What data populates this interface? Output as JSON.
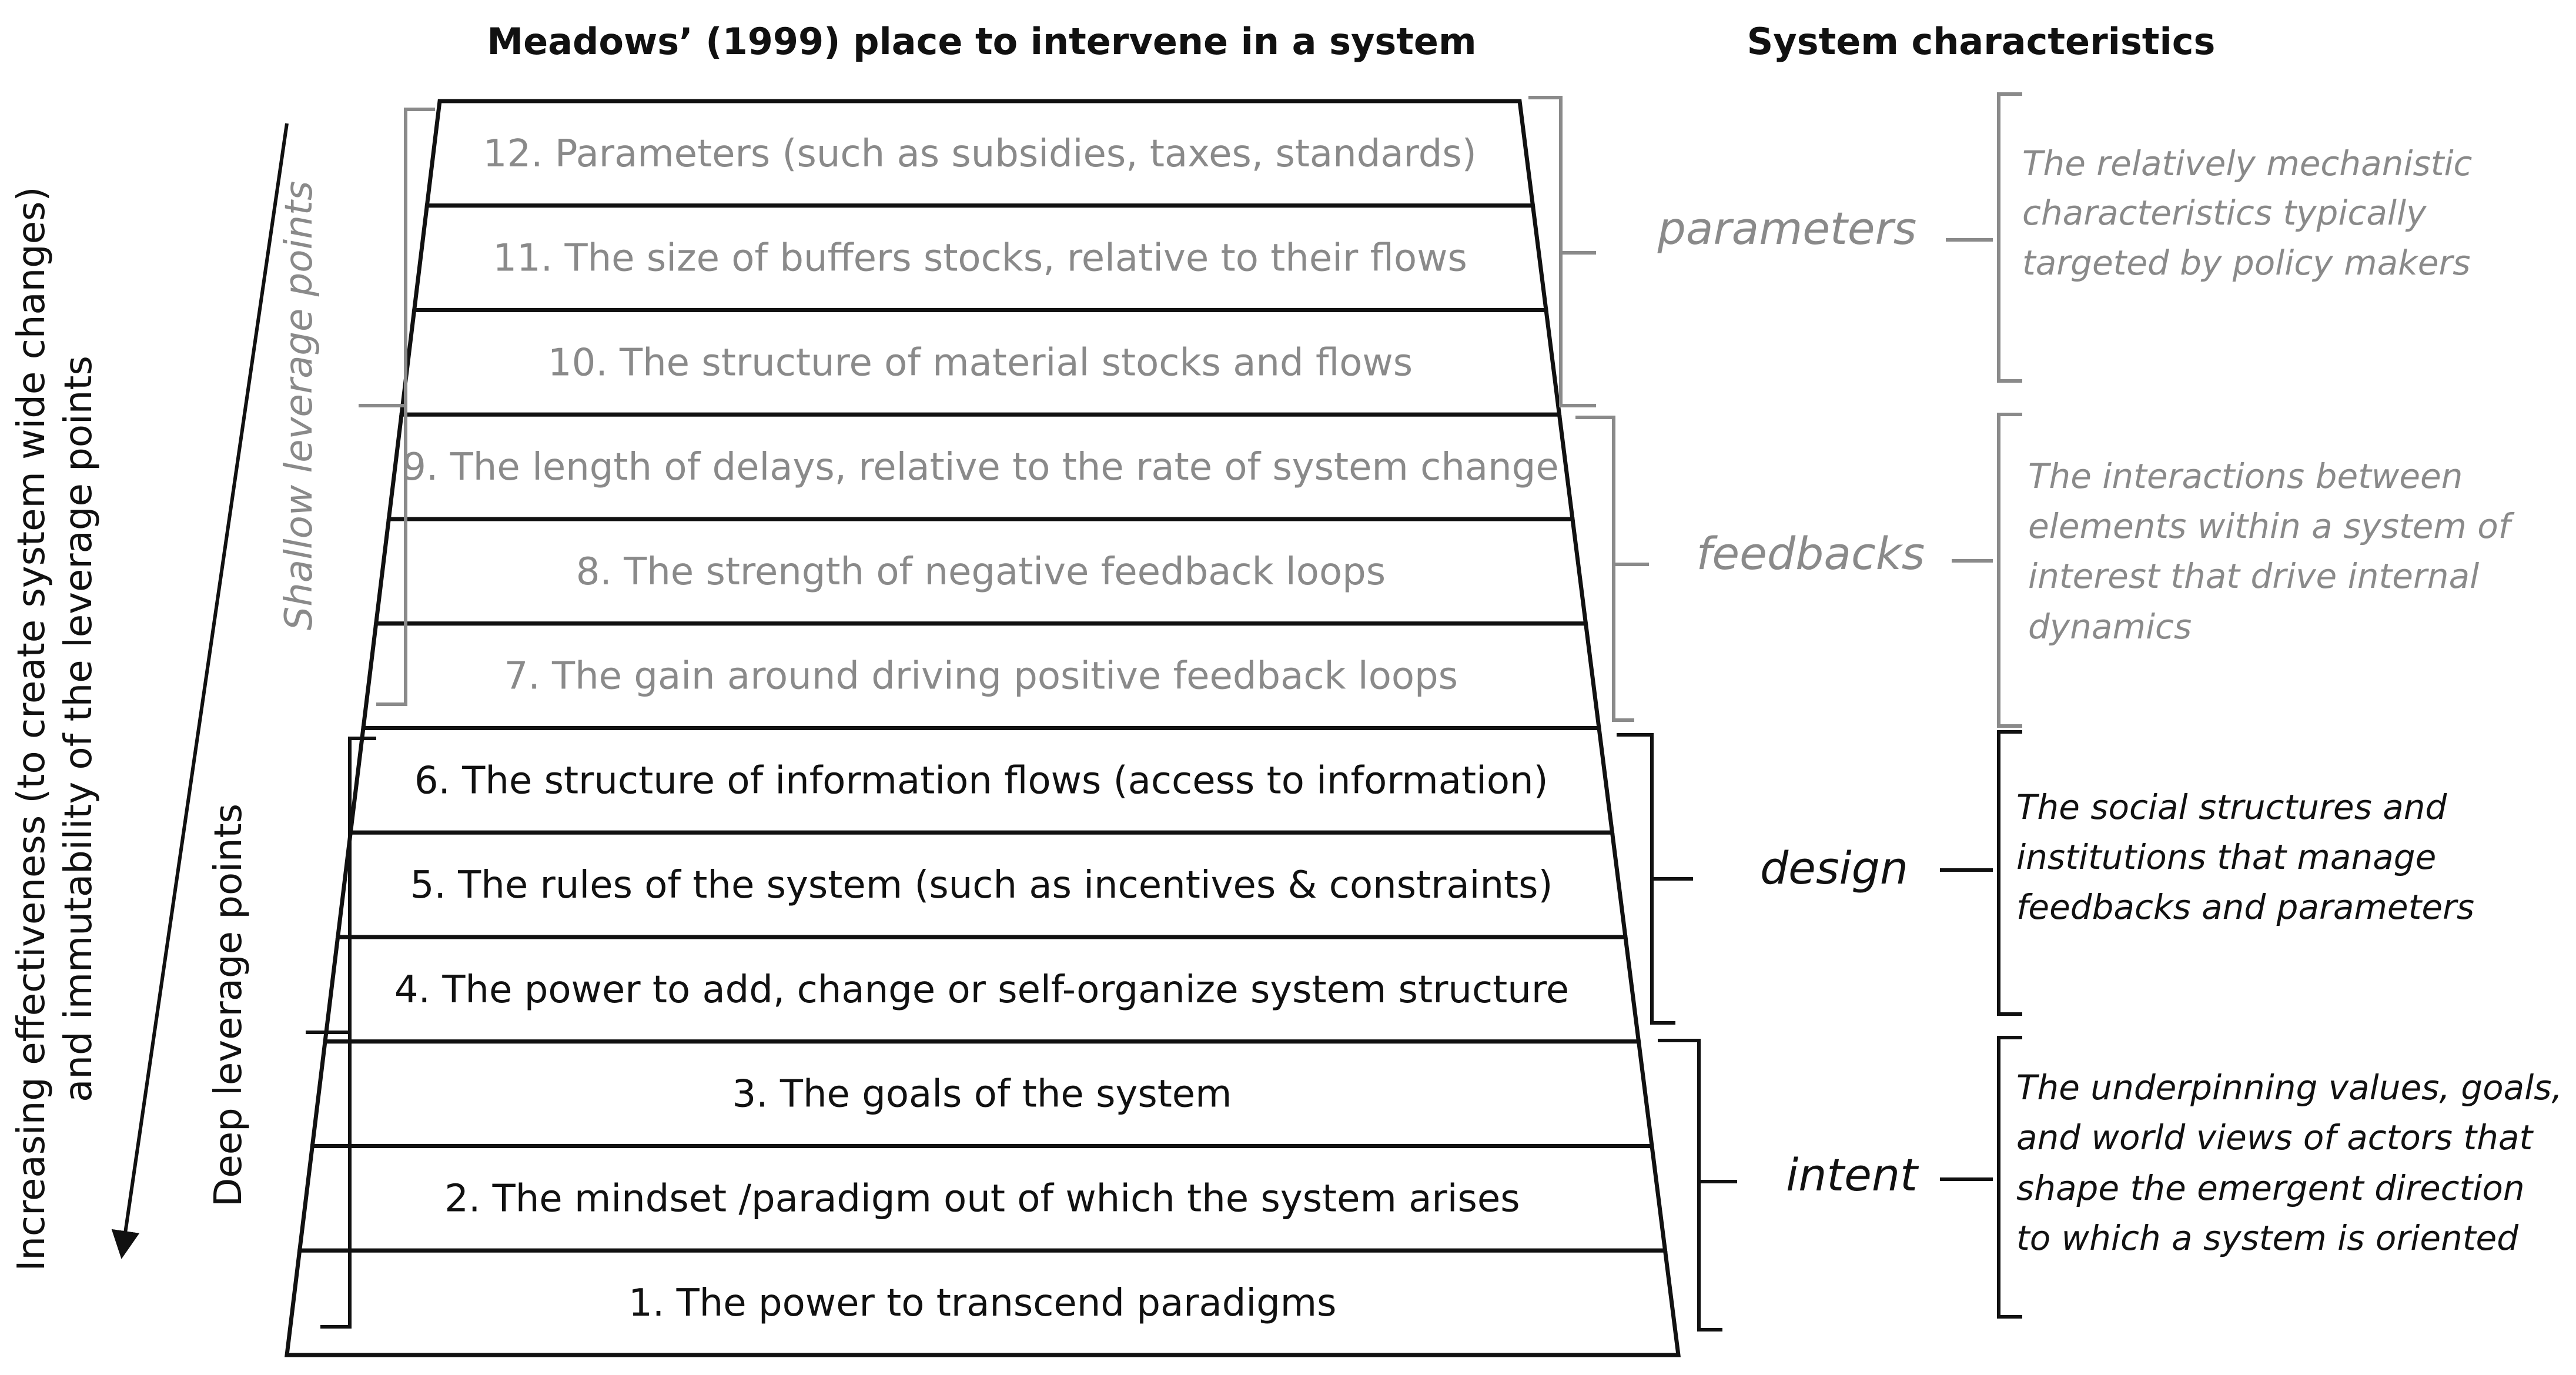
{
  "headers": {
    "left": "Meadows’ (1999) place to intervene in a system",
    "right": "System characteristics"
  },
  "levels": [
    {
      "text": "12. Parameters (such as subsidies, taxes, standards)",
      "tone": "light"
    },
    {
      "text": "11. The size of buffers stocks, relative to their flows",
      "tone": "light"
    },
    {
      "text": "10. The structure of material stocks and flows",
      "tone": "light"
    },
    {
      "text": "9. The length of delays, relative to the rate of system change",
      "tone": "light"
    },
    {
      "text": "8. The strength of negative feedback loops",
      "tone": "light"
    },
    {
      "text": "7. The gain around driving positive feedback loops",
      "tone": "light"
    },
    {
      "text": "6. The structure of information flows (access to information)",
      "tone": "dark"
    },
    {
      "text": "5. The rules of the system (such as incentives & constraints)",
      "tone": "dark"
    },
    {
      "text": "4. The power to add, change or self-organize system structure",
      "tone": "dark"
    },
    {
      "text": "3. The goals of the system",
      "tone": "dark"
    },
    {
      "text": "2. The mindset /paradigm out of which the system arises",
      "tone": "dark"
    },
    {
      "text": "1. The power to transcend paradigms",
      "tone": "dark"
    }
  ],
  "characteristics": [
    {
      "label": "parameters",
      "tone": "light",
      "desc": [
        "The relatively mechanistic",
        "characteristics typically",
        "targeted by policy makers"
      ]
    },
    {
      "label": "feedbacks",
      "tone": "light",
      "desc": [
        "The interactions between",
        "elements within a system of",
        "interest that drive internal",
        "dynamics"
      ]
    },
    {
      "label": "design",
      "tone": "dark",
      "desc": [
        "The social structures and",
        "institutions that manage",
        "feedbacks and parameters"
      ]
    },
    {
      "label": "intent",
      "tone": "dark",
      "desc": [
        "The underpinning values, goals,",
        "and world views of actors that",
        "shape the emergent direction",
        "to which a system is oriented"
      ]
    }
  ],
  "side": {
    "shallow": "Shallow leverage points",
    "deep": "Deep leverage points",
    "axis_line1": "Increasing effectiveness  (to create system wide changes)",
    "axis_line2": "and immutability of the leverage points"
  },
  "colors": {
    "light": "#8a8a8a",
    "dark": "#111111"
  }
}
